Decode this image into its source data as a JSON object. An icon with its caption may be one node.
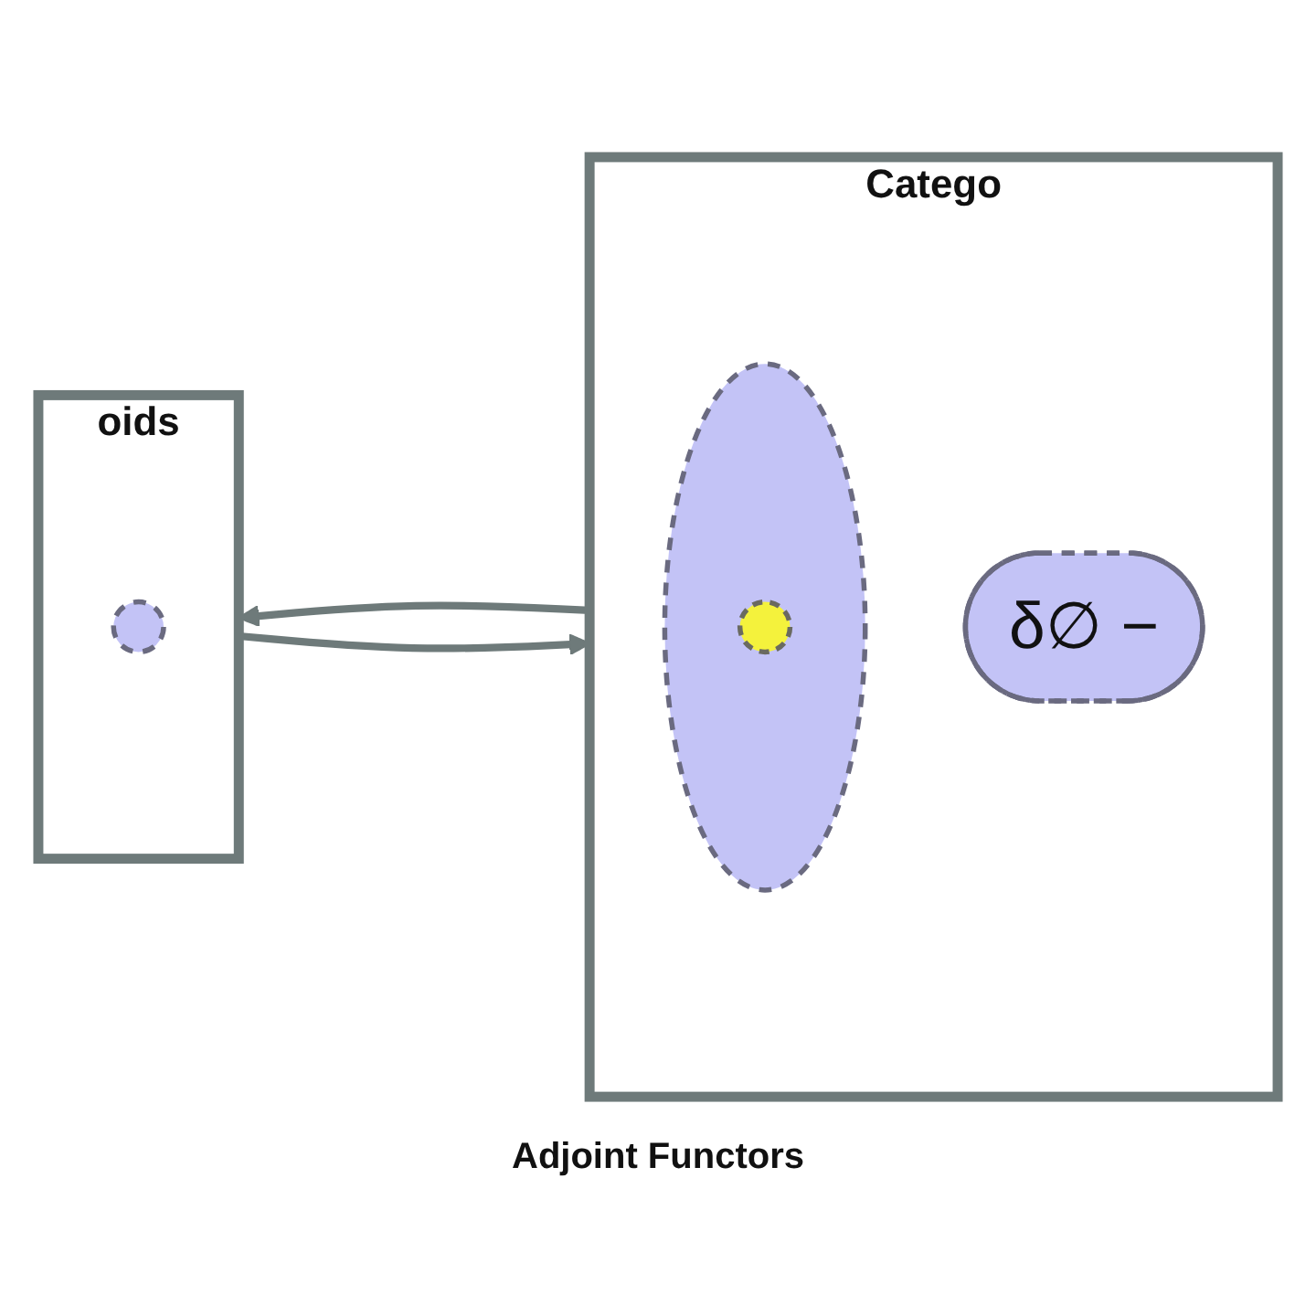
{
  "diagram": {
    "nodes": [
      {
        "text": [
          "oids"
        ]
      },
      {
        "text": [],
        "shape": "circle",
        "in": 0
      },
      {
        "text": [
          "Catego"
        ]
      },
      {
        "text": [],
        "shape": "circle",
        "in": 2
      },
      {
        "text": [],
        "shape": "circle",
        "in": 3
      },
      {
        "text": [
          "δ∅ −"
        ],
        "in": 2
      }
    ],
    "edges": [
      {
        "from": 0,
        "to": 2,
        "arrow": "to"
      },
      {
        "from": 2,
        "to": 0,
        "arrow": "to"
      }
    ],
    "labels": [
      "Adjoint Functors"
    ]
  }
}
